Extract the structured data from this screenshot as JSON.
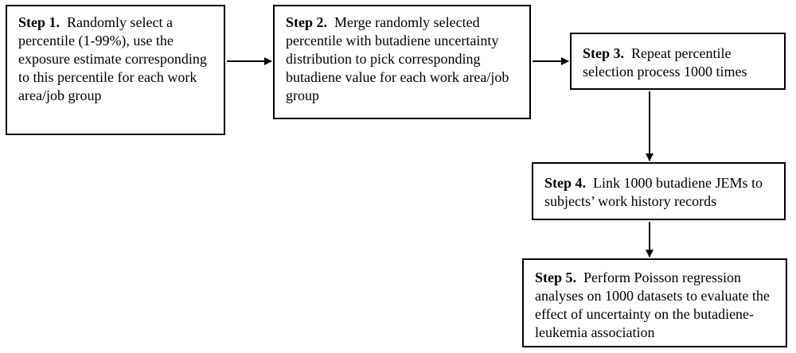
{
  "steps": [
    {
      "label": "Step 1.",
      "text": "Randomly select a percentile (1-99%), use the exposure estimate corresponding to this percentile for each work area/job group"
    },
    {
      "label": "Step 2.",
      "text": "Merge randomly selected percentile with butadiene uncertainty distribution to pick corresponding butadiene value for each work area/job group"
    },
    {
      "label": "Step 3.",
      "text": "Repeat percentile selection process 1000 times"
    },
    {
      "label": "Step 4.",
      "text": "Link 1000 butadiene JEMs to subjects’ work history records"
    },
    {
      "label": "Step 5.",
      "text": "Perform Poisson regression analyses on 1000 datasets to evaluate the effect of uncertainty on the butadiene-leukemia association"
    }
  ]
}
